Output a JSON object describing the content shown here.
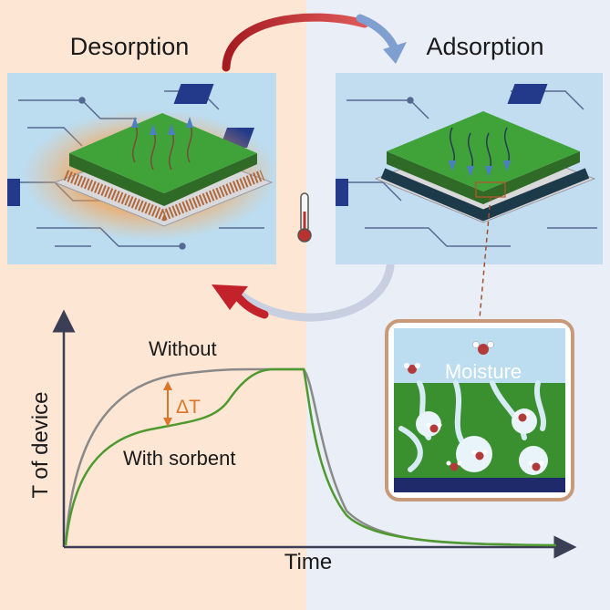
{
  "labels": {
    "desorption": "Desorption",
    "adsorption": "Adsorption",
    "moisture": "Moisture",
    "without": "Without",
    "with_sorbent": "With sorbent",
    "delta_t": "ΔT",
    "x_axis": "Time",
    "y_axis": "T of device"
  },
  "colors": {
    "warm_bg": "#fde6d4",
    "cool_bg": "#e9eef7",
    "without_curve": "#8a8a8a",
    "with_sorbent_curve": "#4e9a2f",
    "delta_marker": "#d9772a",
    "arrow_red": "#c4222a",
    "arrow_blue": "#7f9fd0",
    "chip_green": "#3fa33a",
    "board_blue": "#bcdcf0",
    "dashed_link": "#a0522d"
  },
  "icons": [
    "thermometer-icon",
    "water-molecule-icon",
    "vapor-arrow-icon"
  ]
}
